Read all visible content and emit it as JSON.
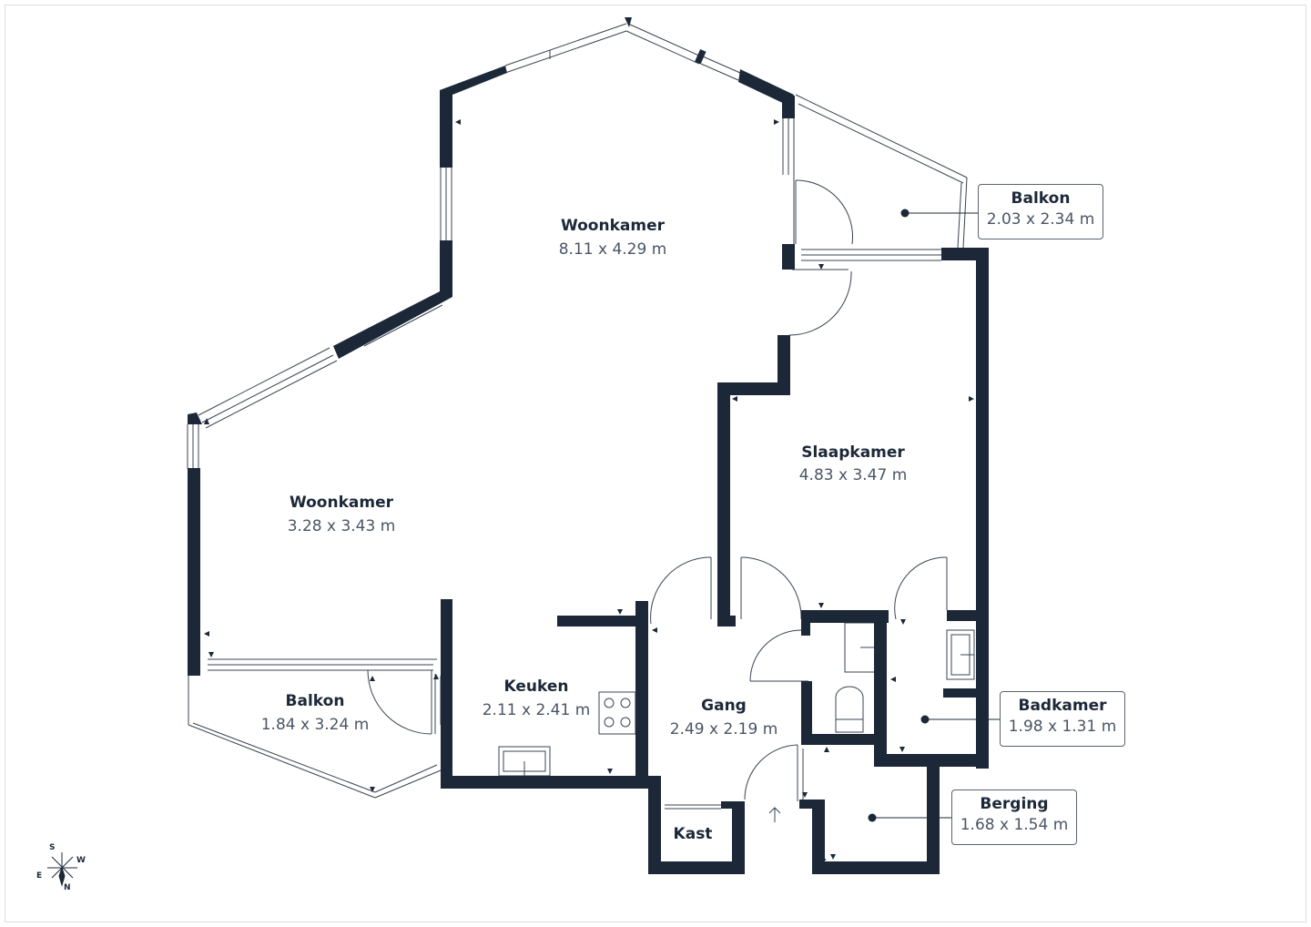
{
  "rooms": [
    {
      "id": "woonkamer-north",
      "name": "Woonkamer",
      "dims": "8.11 x 4.29 m"
    },
    {
      "id": "woonkamer-south",
      "name": "Woonkamer",
      "dims": "3.28 x 3.43 m"
    },
    {
      "id": "slaapkamer",
      "name": "Slaapkamer",
      "dims": "4.83 x 3.47 m"
    },
    {
      "id": "keuken",
      "name": "Keuken",
      "dims": "2.11 x 2.41 m"
    },
    {
      "id": "gang",
      "name": "Gang",
      "dims": "2.49 x 2.19 m"
    },
    {
      "id": "balkon-west",
      "name": "Balkon",
      "dims": "1.84 x 3.24 m"
    },
    {
      "id": "kast",
      "name": "Kast"
    }
  ],
  "callouts": {
    "balkon": {
      "name": "Balkon",
      "dims": "2.03 x 2.34 m"
    },
    "badkamer": {
      "name": "Badkamer",
      "dims": "1.98 x 1.31 m"
    },
    "berging": {
      "name": "Berging",
      "dims": "1.68 x 1.54 m"
    }
  },
  "compass": {
    "s": "S",
    "w": "W",
    "e": "E",
    "n": "N"
  },
  "colors": {
    "wall": "#1c2838",
    "line": "#3a4452",
    "text": "#1c2838",
    "dim_text": "#4a5566"
  }
}
